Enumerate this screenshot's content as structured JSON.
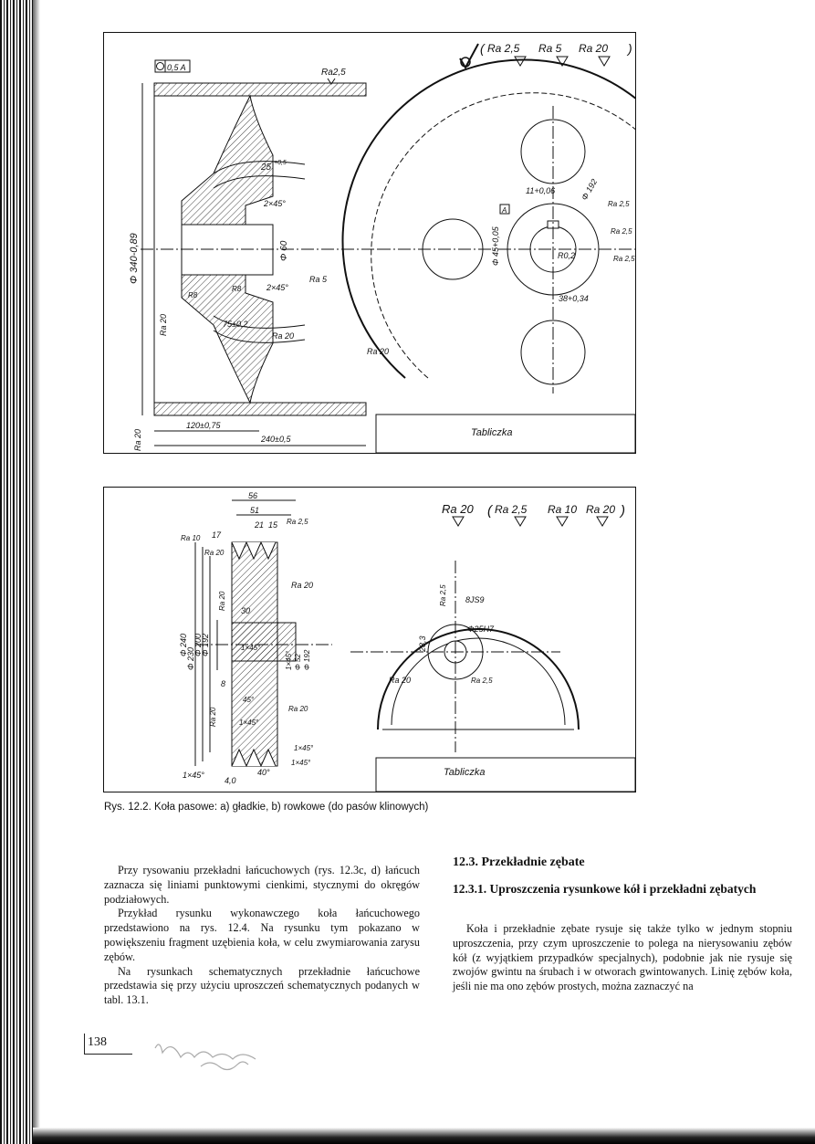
{
  "figure_a": {
    "roughness_header": [
      "Ra 2,5",
      "Ra 5",
      "Ra 20"
    ],
    "labels": {
      "tolerance_frame": "0,5 A",
      "top_ra": "Ra2,5",
      "dim_25": "25",
      "dim_25_tol": "+0,5",
      "chamfer_1": "2×45°",
      "chamfer_2": "2×45°",
      "diam_340": "Φ 340-0,89",
      "diam_60": "Φ 60",
      "ra5": "Ra 5",
      "ra20_left": "Ra 20",
      "r8_a": "R8",
      "r8_b": "R8",
      "dim_75": "75±0,2",
      "ra20_mid": "Ra 20",
      "ra20_low": "Ra 20",
      "ra20_bottom": "Ra 20",
      "dim_120": "120±0,75",
      "dim_240": "240±0,5",
      "dim_11": "11+0,06",
      "diam_192": "Φ 192",
      "diam_45": "Φ 45+0,05",
      "r02": "R0,2",
      "dim_38": "38+0,34",
      "datum_a": "A",
      "ra25_1": "Ra 2,5",
      "ra25_2": "Ra 2,5",
      "ra25_3": "Ra 2,5"
    },
    "table_label": "Tabliczka"
  },
  "figure_b": {
    "roughness_header_left": "Ra 20",
    "roughness_header": [
      "Ra 2,5",
      "Ra 10",
      "Ra 20"
    ],
    "labels": {
      "dim_56": "56",
      "dim_51": "51",
      "dim_15": "15",
      "dim_17": "17",
      "dim_21": "21",
      "ra25_top": "Ra 2,5",
      "ra10": "Ra 10",
      "ra20_a": "Ra 20",
      "ra20_b": "Ra 20",
      "ra20_c": "Ra 20",
      "ra20_d": "Ra 20",
      "ra20_e": "Ra 20",
      "dim_30": "30",
      "diam_240": "Φ 240",
      "diam_230": "Φ 230",
      "diam_200": "Φ 200",
      "diam_192a": "Φ 192",
      "diam_192b": "Φ 192",
      "diam_52": "Φ 52",
      "chamfer_a": "1×45°",
      "chamfer_b": "1×45°",
      "chamfer_c": "1×45°",
      "chamfer_d": "1×45°",
      "chamfer_e": "1×45°",
      "chamfer_f": "1×45°",
      "dim_8": "8",
      "angle_45": "45°",
      "angle_40": "40°",
      "dim_40": "4,0",
      "fit_8js9": "8JS9",
      "bore": "Φ25H7",
      "dim_283": "28,3",
      "ra25_hub": "Ra 2,5",
      "ra25_key": "Ra 2,5",
      "ra20_hub": "Ra 20"
    },
    "table_label": "Tabliczka"
  },
  "caption": "Rys. 12.2. Koła pasowe: a) gładkie, b) rowkowe (do pasów klinowych)",
  "left_column": [
    "Przy rysowaniu przekładni łańcuchowych (rys. 12.3c, d) łańcuch zaznacza się liniami punktowymi cienkimi, stycznymi do okręgów podziałowych.",
    "Przykład rysunku wykonawczego koła łańcuchowego przedstawiono na rys. 12.4. Na rysunku tym pokazano w powiększeniu fragment uzębienia koła, w celu zwymiarowania zarysu zębów.",
    "Na rysunkach schematycznych przekładnie łańcuchowe przedstawia się przy użyciu uproszczeń schematycznych podanych w tabl. 13.1."
  ],
  "section_title": "12.3. Przekładnie zębate",
  "subsection_title": "12.3.1. Uproszczenia rysunkowe kół i przekładni zębatych",
  "right_column": [
    "Koła i przekładnie zębate rysuje się także tylko w jednym stopniu uproszczenia, przy czym uproszczenie to polega na nierysowaniu zębów kół (z wyjątkiem przypadków specjalnych), podobnie jak nie rysuje się zwojów gwintu na śrubach i w otworach gwintowanych. Linię zębów koła, jeśli nie ma ono zębów prostych, można zaznaczyć na"
  ],
  "page_number": "138"
}
